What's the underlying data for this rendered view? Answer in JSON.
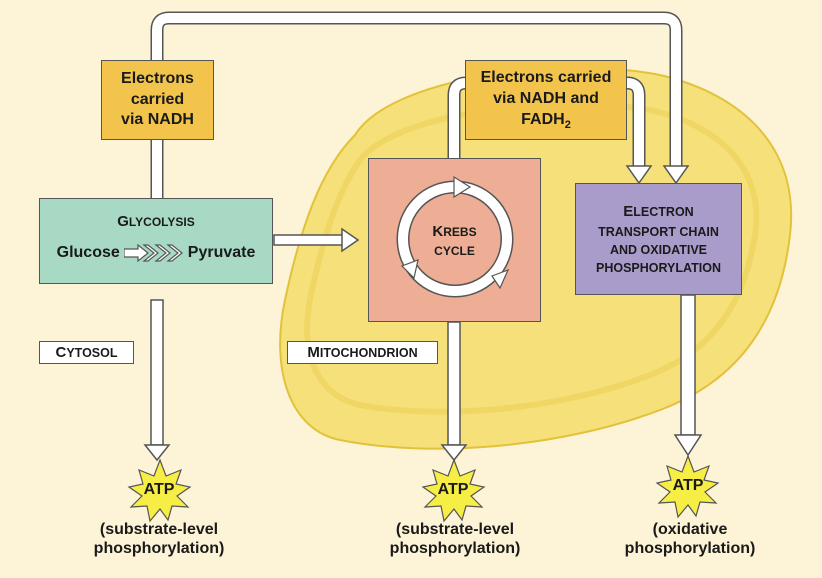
{
  "colors": {
    "background": "#fdf3d6",
    "mitochondrion": "#f6e07a",
    "nadh_box": "#f2c44c",
    "glycolysis_box": "#a7d9c5",
    "krebs_box": "#eeae96",
    "etc_box": "#a99bca",
    "atp_burst": "#f7ee45"
  },
  "nadh_left": {
    "line1": "Electrons",
    "line2": "carried",
    "line3": "via NADH"
  },
  "nadh_right": {
    "line1": "Electrons carried",
    "line2": "via NADH and",
    "line3_main": "FADH",
    "line3_sub": "2"
  },
  "glycolysis": {
    "title_cap": "G",
    "title_rest": "LYCOLYSIS",
    "left": "Glucose",
    "right": "Pyruvate"
  },
  "krebs": {
    "line1_cap": "K",
    "line1_rest": "REBS",
    "line2": "CYCLE"
  },
  "etc": {
    "line1_cap": "E",
    "line1_rest": "LECTRON",
    "line2": "TRANSPORT CHAIN",
    "line3": "AND OXIDATIVE",
    "line4": "PHOSPHORYLATION"
  },
  "cytosol": {
    "cap": "C",
    "rest": "YTOSOL"
  },
  "mitochondrion_label": {
    "cap": "M",
    "rest": "ITOCHONDRION"
  },
  "atp": [
    {
      "label": "ATP",
      "caption1": "(substrate-level",
      "caption2": "phosphorylation)"
    },
    {
      "label": "ATP",
      "caption1": "(substrate-level",
      "caption2": "phosphorylation)"
    },
    {
      "label": "ATP",
      "caption1": "(oxidative",
      "caption2": "phosphorylation)"
    }
  ]
}
